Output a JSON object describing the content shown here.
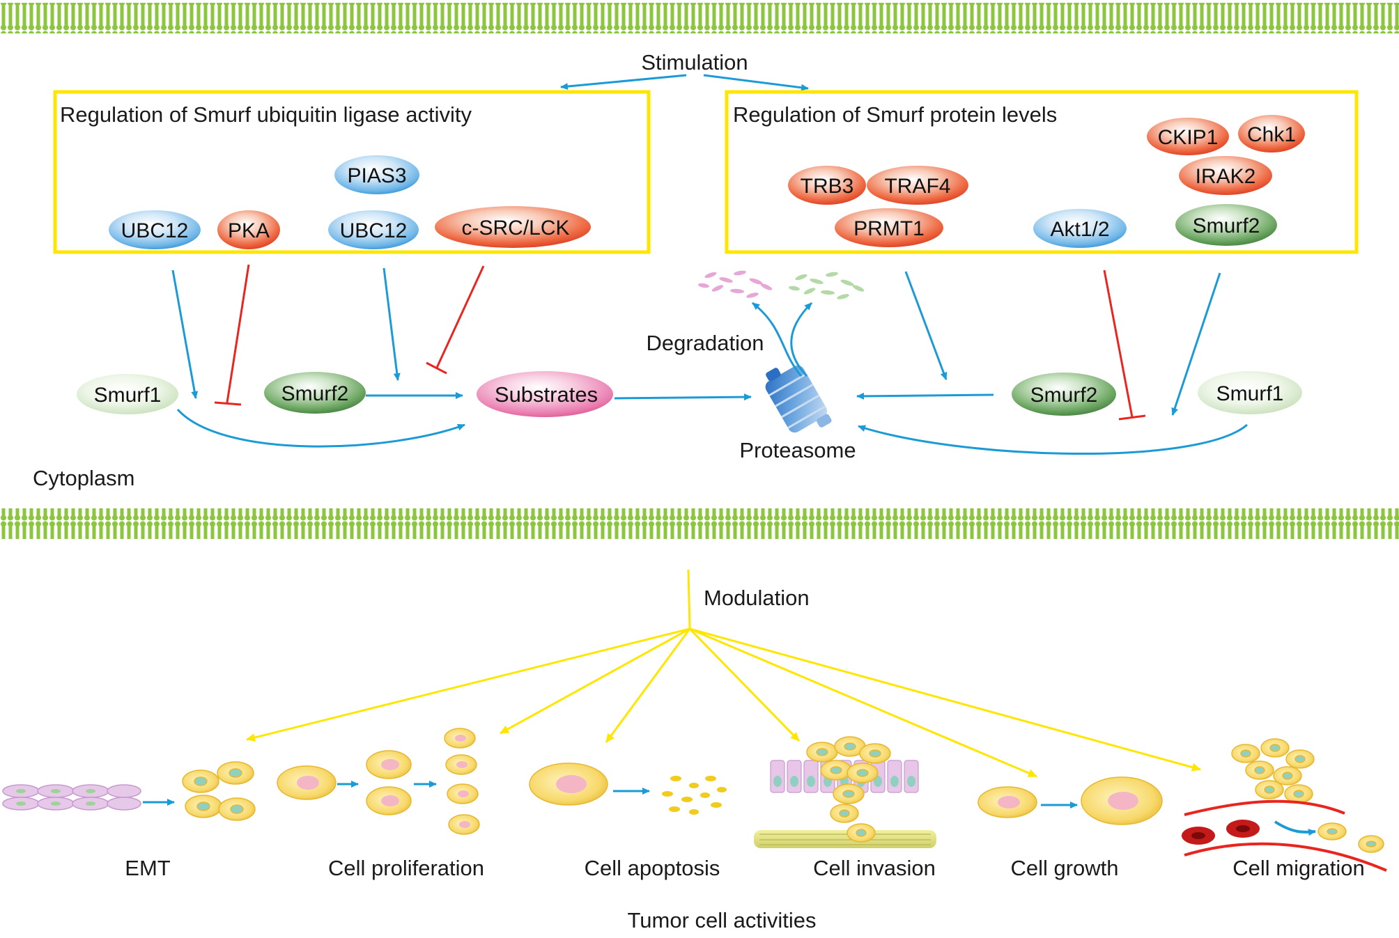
{
  "stimulation": "Stimulation",
  "box_activity": {
    "title": "Regulation of Smurf ubiquitin ligase activity",
    "nodes": {
      "pias3": "PIAS3",
      "ubc12_a": "UBC12",
      "pka": "PKA",
      "ubc12_b": "UBC12",
      "csrc": "c-SRC/LCK"
    }
  },
  "box_levels": {
    "title": "Regulation of Smurf protein levels",
    "nodes": {
      "ckip1": "CKIP1",
      "chk1": "Chk1",
      "irak2": "IRAK2",
      "trb3": "TRB3",
      "traf4": "TRAF4",
      "prmt1": "PRMT1",
      "akt": "Akt1/2",
      "smurf2": "Smurf2"
    }
  },
  "cytoplasm": {
    "smurf1_left": "Smurf1",
    "smurf2_left": "Smurf2",
    "substrates": "Substrates",
    "degradation": "Degradation",
    "proteasome": "Proteasome",
    "smurf2_right": "Smurf2",
    "smurf1_right": "Smurf1",
    "label": "Cytoplasm"
  },
  "modulation": "Modulation",
  "activities": {
    "emt": "EMT",
    "proliferation": "Cell proliferation",
    "apoptosis": "Cell apoptosis",
    "invasion": "Cell invasion",
    "growth": "Cell growth",
    "migration": "Cell migration"
  },
  "tumor_label": "Tumor cell activities",
  "colors": {
    "membrane": "#8cc63f",
    "box_border": "#ffe600",
    "activate": "#1a9ad6",
    "inhibit": "#e8251f",
    "modulation": "#ffe600",
    "blue_node": "#3aa0dc",
    "red_node": "#e8492a",
    "green_node": "#3c8c3c",
    "pink_node": "#e0559a"
  }
}
